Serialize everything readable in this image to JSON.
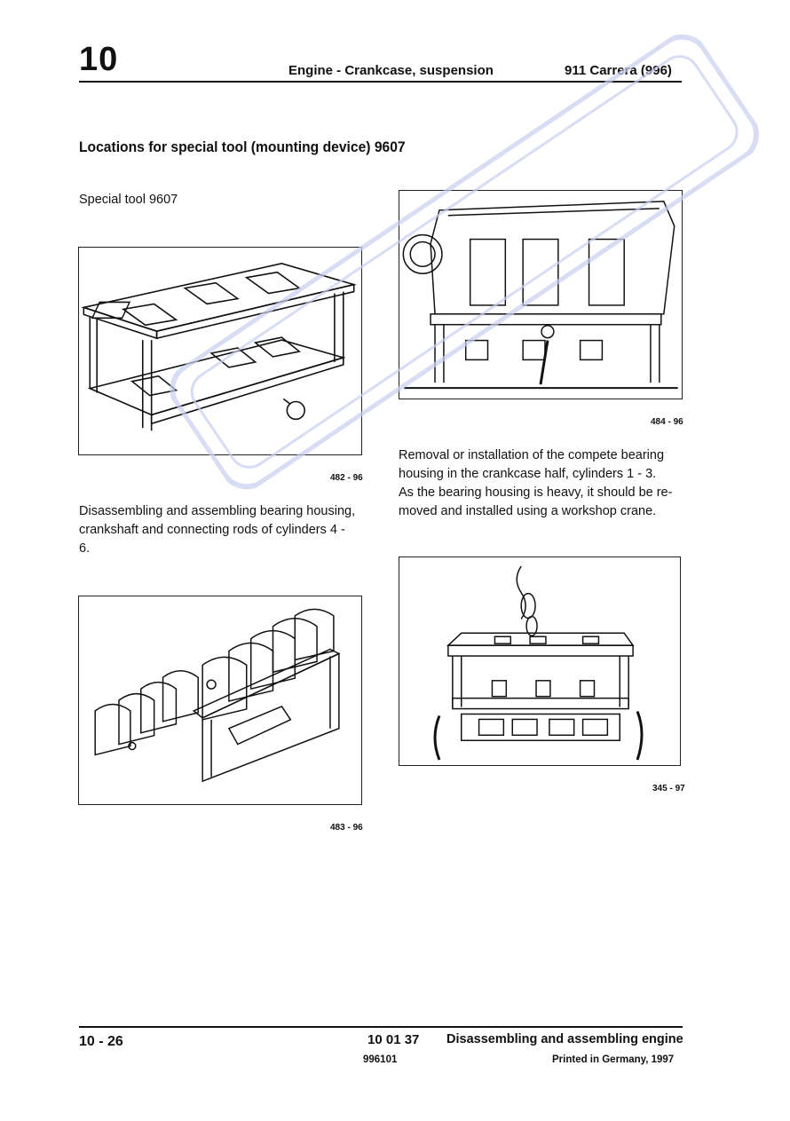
{
  "header": {
    "chapter": "10",
    "section": "Engine - Crankcase, suspension",
    "model": "911 Carrera (996)"
  },
  "title": "Locations for special tool (mounting device) 9607",
  "left": {
    "intro": "Special tool 9607",
    "fig1_num": "482 - 96",
    "para1_l1": "Disassembling and assembling bearing housing,",
    "para1_l2": "crankshaft and connecting rods of cylinders 4 -",
    "para1_l3": "6.",
    "fig2_num": "483 - 96"
  },
  "right": {
    "fig3_num": "484 - 96",
    "para2_l1": "Removal or installation of the compete bearing",
    "para2_l2": "housing in the crankcase half, cylinders 1 - 3.",
    "para2_l3": "As the bearing housing is heavy, it should be re-",
    "para2_l4": "moved and installed using a workshop crane.",
    "fig4_num": "345 - 97"
  },
  "footer": {
    "page": "10 - 26",
    "code": "10 01 37",
    "description": "Disassembling and assembling engine",
    "doc_number": "996101",
    "printed": "Printed in Germany, 1997"
  },
  "colors": {
    "text": "#111111",
    "watermark": "#c8cff0"
  }
}
